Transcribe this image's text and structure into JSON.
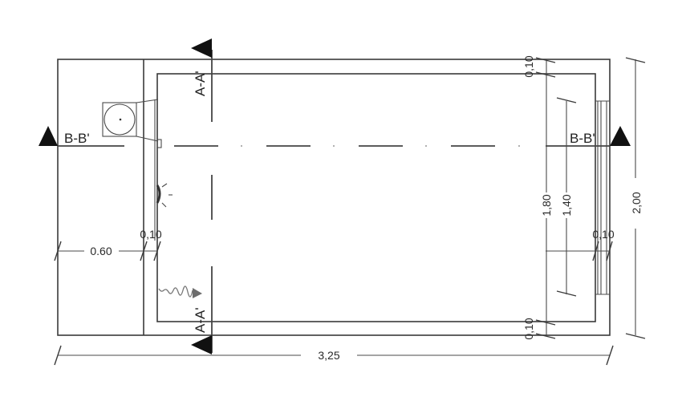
{
  "drawing": {
    "type": "architectural-floor-plan",
    "fill_color": "#eff5fc",
    "line_color": "#3a3a3a",
    "section_markers": {
      "a_top": "A-A'",
      "a_bottom": "A-A'",
      "b_left": "B-B'",
      "b_right": "B-B'"
    },
    "dimensions": {
      "overall_width": "3,25",
      "overall_height": "2,00",
      "left_room_width": "0.60",
      "left_wall": "0,10",
      "right_wall": "0,10",
      "top_wall": "0,10",
      "bottom_wall": "0,10",
      "inner_height": "1,80",
      "window_height": "1,40"
    }
  }
}
